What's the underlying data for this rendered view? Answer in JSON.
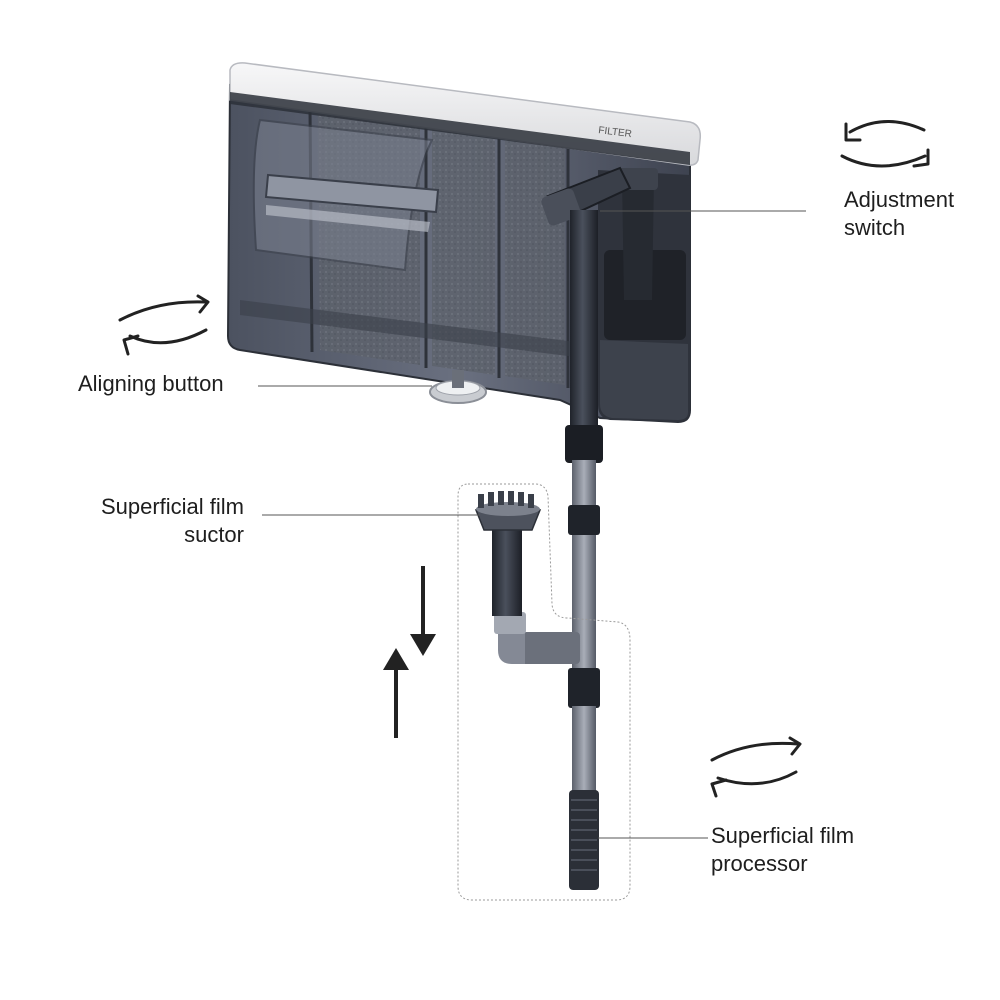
{
  "labels": {
    "adjustment_switch": [
      "Adjustment",
      "switch"
    ],
    "aligning_button": [
      "Aligning button"
    ],
    "film_suctor": [
      "Superficial film",
      "suctor"
    ],
    "film_processor": [
      "Superficial film",
      "processor"
    ]
  },
  "brand_text": "FILTER",
  "colors": {
    "body_dark": "#3a3f4a",
    "body_glass": "#5a6070",
    "lid": "#e9eaec",
    "tube": "#2b2f38",
    "tube_clear": "#8a8f9a",
    "callout_line": "#555555"
  }
}
